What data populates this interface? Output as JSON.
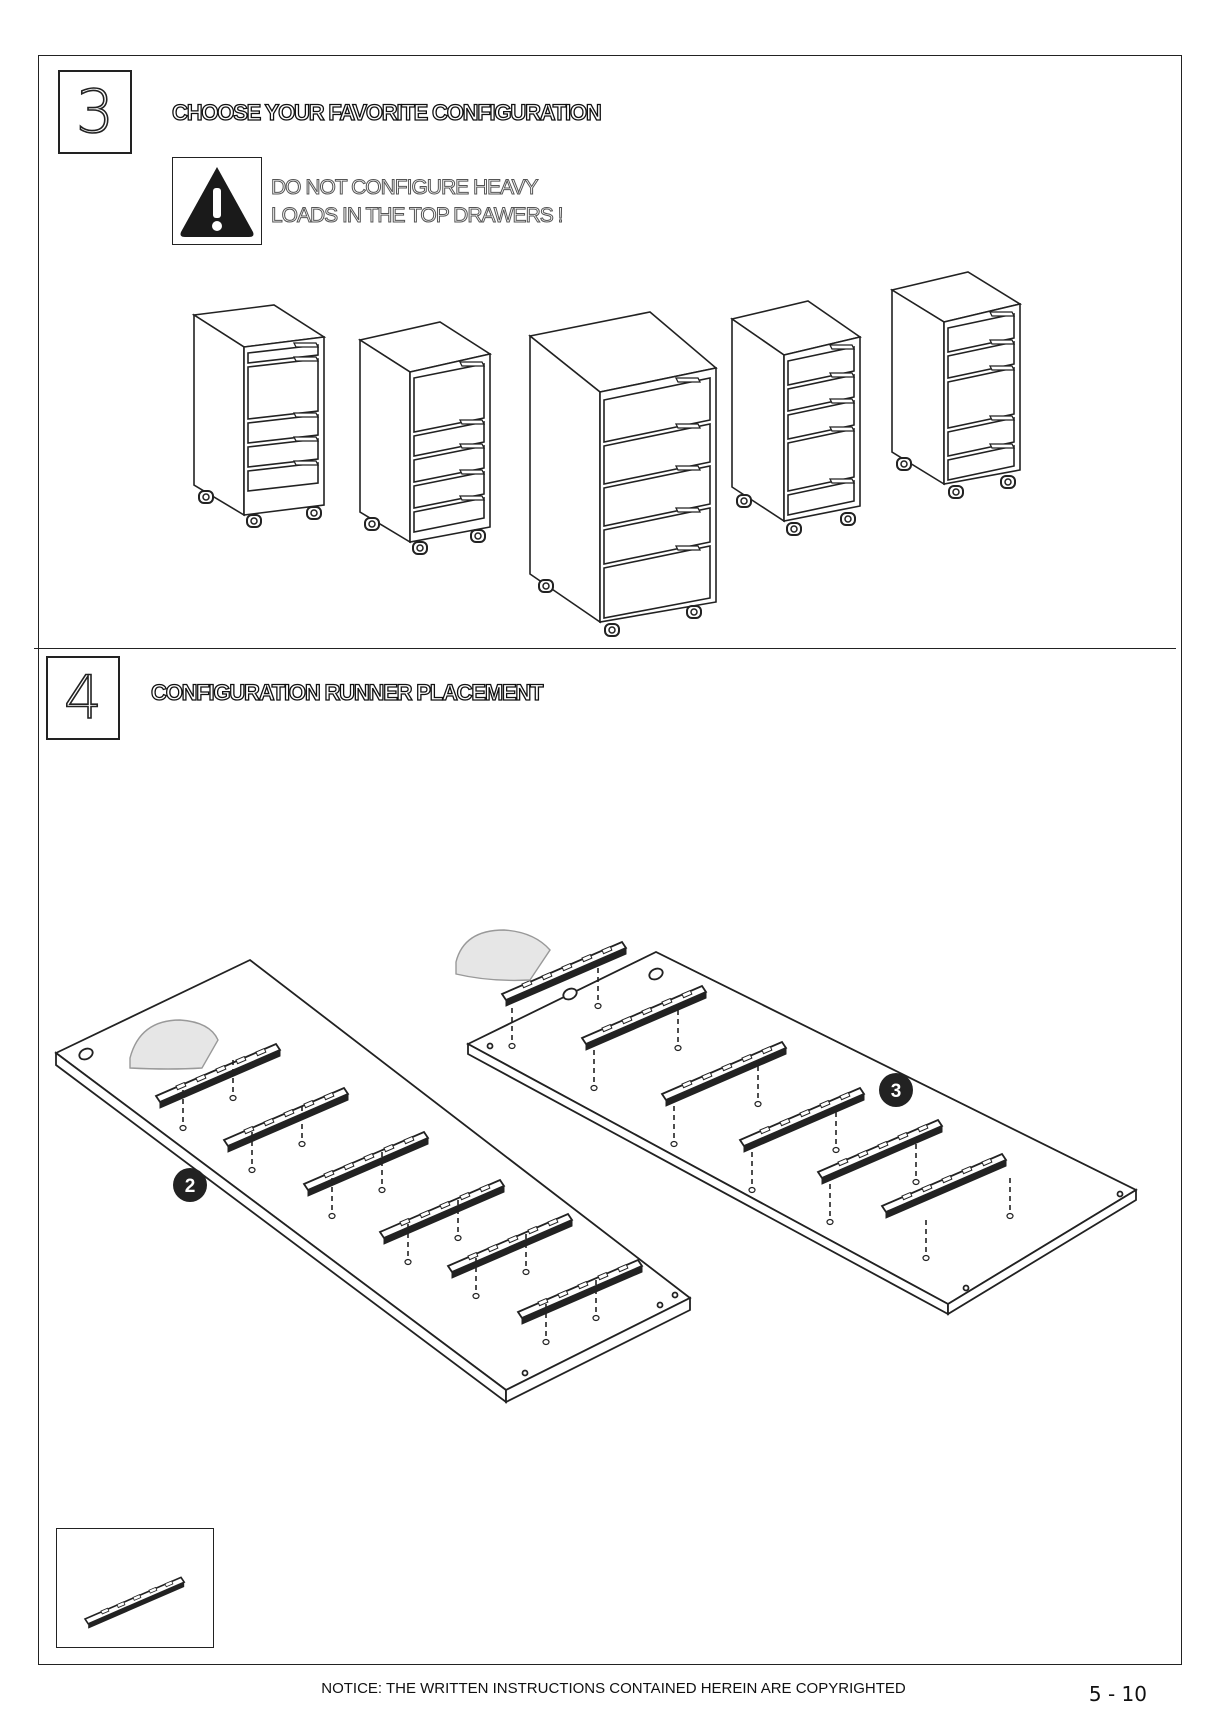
{
  "step3": {
    "number": "3",
    "title": "CHOOSE YOUR FAVORITE CONFIGURATION",
    "warning_line1": "DO NOT CONFIGURE HEAVY",
    "warning_line2": "LOADS IN THE TOP DRAWERS !",
    "warning_icon": "warning-triangle-icon"
  },
  "step4": {
    "number": "4",
    "title": "CONFIGURATION RUNNER PLACEMENT",
    "panel_labels": [
      "2",
      "3"
    ]
  },
  "footer": {
    "notice": "NOTICE: THE WRITTEN INSTRUCTIONS CONTAINED HEREIN ARE COPYRIGHTED",
    "page": "5 - 10"
  }
}
